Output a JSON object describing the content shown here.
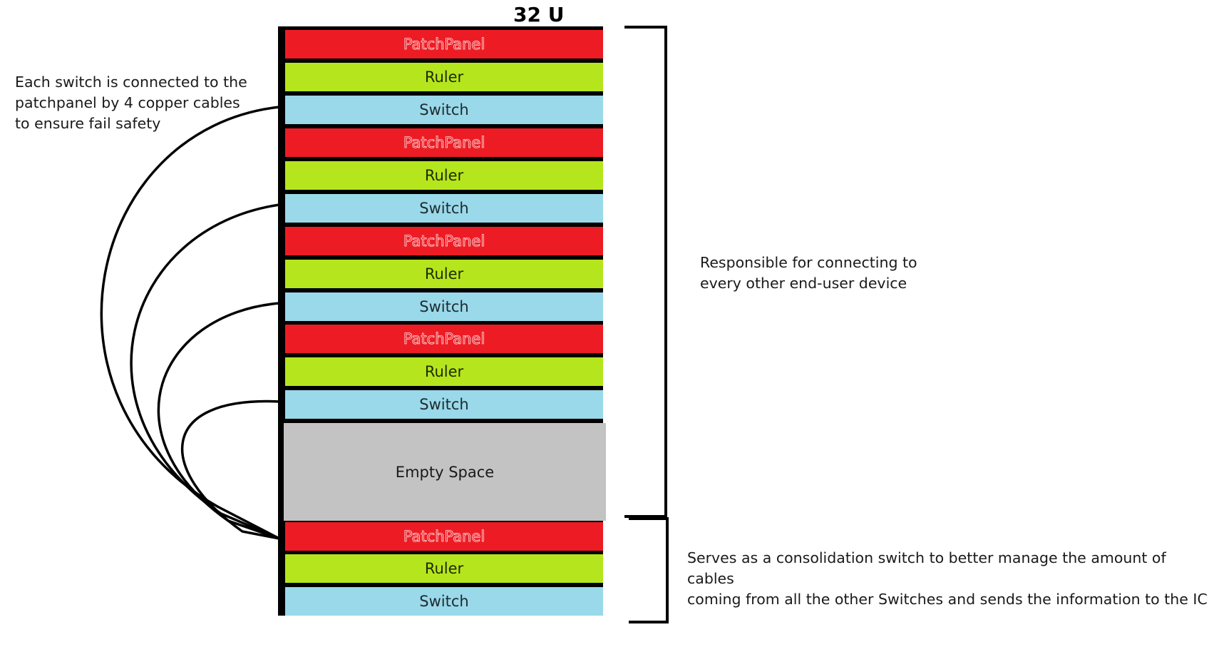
{
  "rack": {
    "title": "32 U",
    "units": [
      {
        "type": "patch",
        "label": "PatchPanel"
      },
      {
        "type": "ruler",
        "label": "Ruler"
      },
      {
        "type": "switch",
        "label": "Switch"
      },
      {
        "type": "patch",
        "label": "PatchPanel"
      },
      {
        "type": "ruler",
        "label": "Ruler"
      },
      {
        "type": "switch",
        "label": "Switch"
      },
      {
        "type": "patch",
        "label": "PatchPanel"
      },
      {
        "type": "ruler",
        "label": "Ruler"
      },
      {
        "type": "switch",
        "label": "Switch"
      },
      {
        "type": "patch",
        "label": "PatchPanel"
      },
      {
        "type": "ruler",
        "label": "Ruler"
      },
      {
        "type": "switch",
        "label": "Switch"
      },
      {
        "type": "empty",
        "label": "Empty Space"
      },
      {
        "type": "patch",
        "label": "PatchPanel"
      },
      {
        "type": "ruler",
        "label": "Ruler"
      },
      {
        "type": "switch",
        "label": "Switch"
      }
    ]
  },
  "annotations": {
    "cables_note": "Each switch is connected to the\npatchpanel by 4 copper cables\nto ensure fail safety",
    "upper_group_note": "Responsible for connecting to\nevery other end-user device",
    "lower_group_note": "Serves as a consolidation switch to better manage the amount of cables\ncoming from all the other Switches and sends the information to the IC"
  },
  "colors": {
    "patch": "#ed1c24",
    "ruler": "#b5e61d",
    "switch": "#99d9ea",
    "empty": "#c3c3c3",
    "frame": "#000000"
  }
}
